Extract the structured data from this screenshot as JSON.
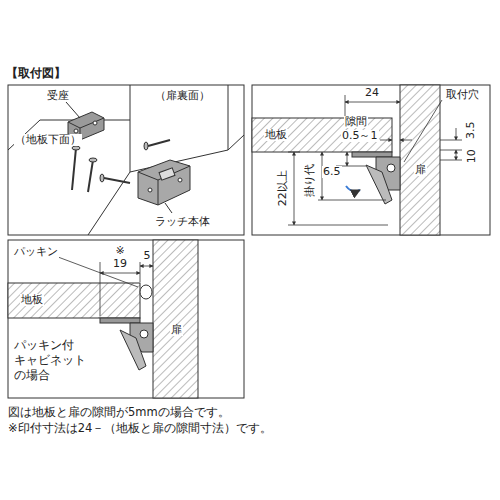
{
  "diagram": {
    "title": "【取付図】",
    "labels": [
      "受座",
      "（扉裏面）",
      "（地板下面）",
      "ラッチ本体",
      "24",
      "地板",
      "隙間",
      "0.5～1",
      "扉",
      "取付穴",
      "3.5",
      "10",
      "6.5",
      "22以上",
      "掛り代",
      "パッキン",
      "※",
      "19",
      "5",
      "地板",
      "扉",
      "パッキン付 キャビネット の場合",
      "図は地板と扉の隙間が5mmの場合です。",
      "※印付寸法は24－（地板と扉の隙間寸法）です。"
    ]
  }
}
